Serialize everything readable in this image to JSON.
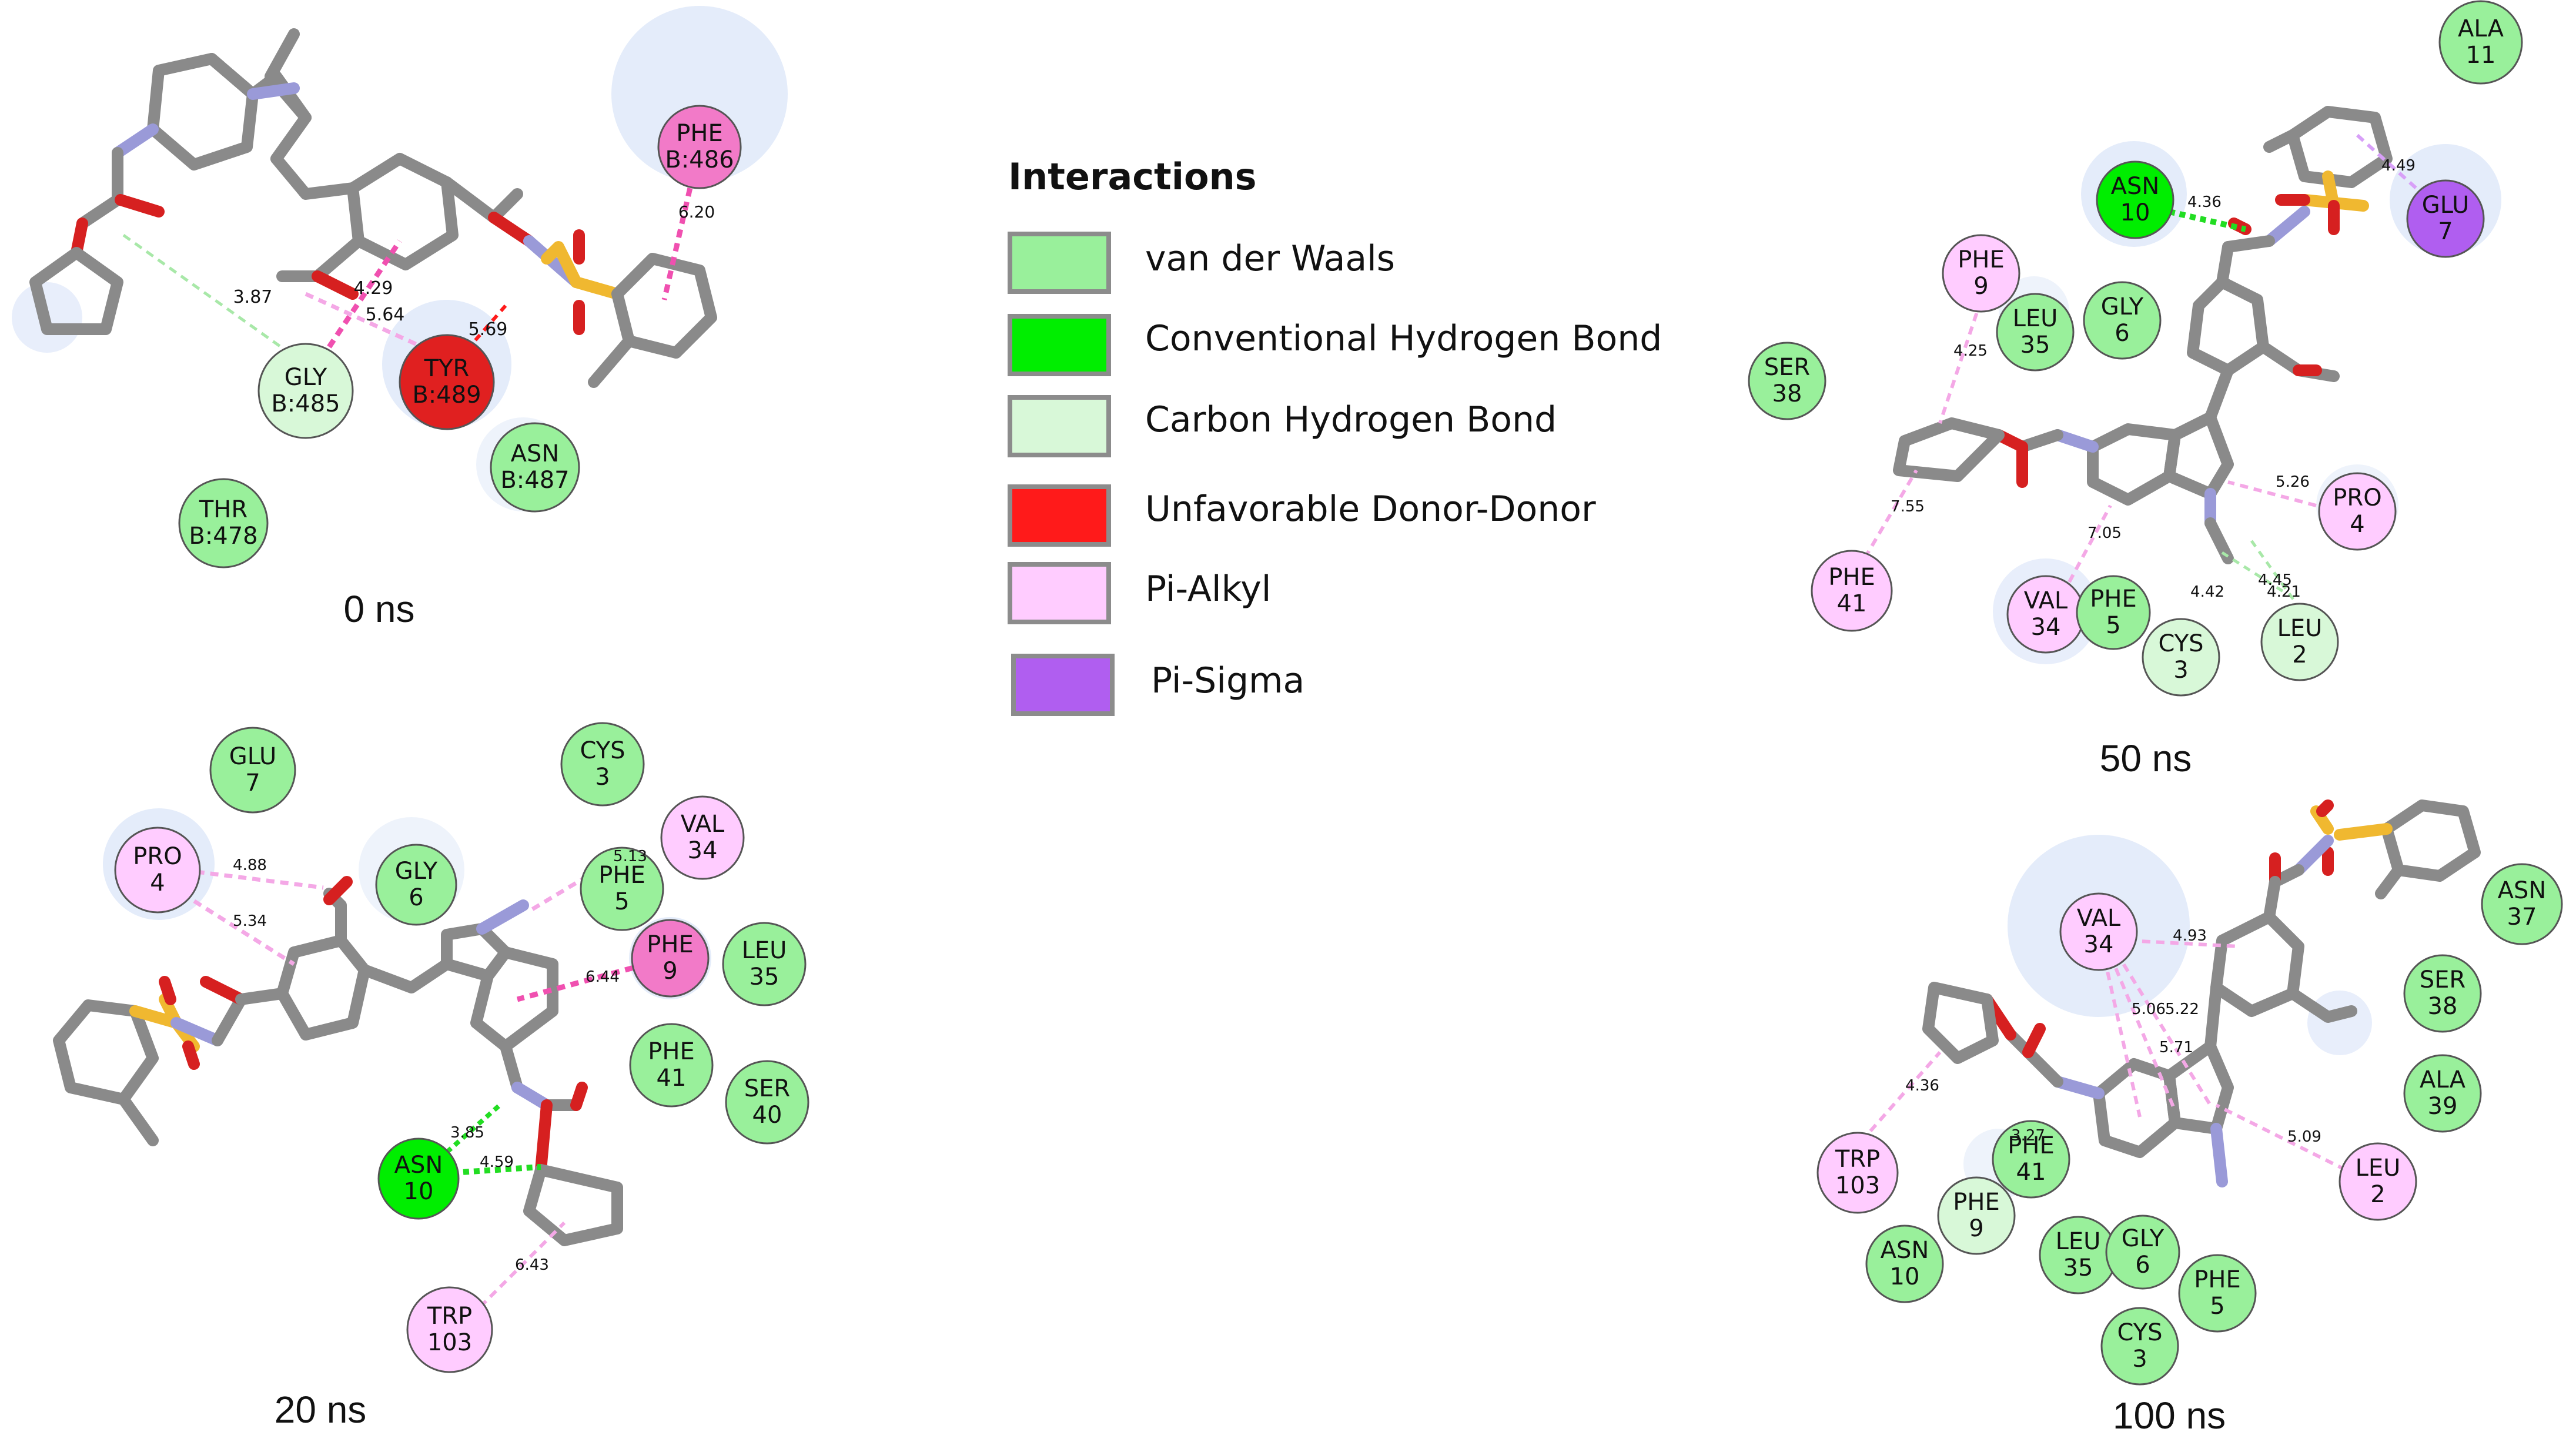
{
  "legend": {
    "title": "Interactions",
    "items": [
      {
        "key": "vdw",
        "label": "van der Waals",
        "color": "#99f09b"
      },
      {
        "key": "hbond",
        "label": "Conventional Hydrogen Bond",
        "color": "#00ee00"
      },
      {
        "key": "chbond",
        "label": "Carbon Hydrogen Bond",
        "color": "#d8f8d8"
      },
      {
        "key": "dd",
        "label": "Unfavorable Donor-Donor",
        "color": "#ff1a1a"
      },
      {
        "key": "pialkyl",
        "label": "Pi-Alkyl",
        "color": "#ffccff"
      },
      {
        "key": "pisigma",
        "label": "Pi-Sigma",
        "color": "#b05ef0"
      }
    ]
  },
  "colors": {
    "bond": "#8a8a8a",
    "nitrogen": "#9a9ad8",
    "oxygen": "#d62020",
    "sulfur": "#f0b830",
    "pi_alkyl_line": "#f4a8e6",
    "pi_pi_line": "#f050b0",
    "hbond_line": "#22dd22",
    "chbond_line": "#a8e8a8",
    "residue_halo": "#e4ecfa"
  },
  "panels": [
    {
      "caption": "0 ns",
      "residues": [
        {
          "l1": "PHE",
          "l2": "B:486",
          "type": "pipi"
        },
        {
          "l1": "GLY",
          "l2": "B:485",
          "type": "chbond"
        },
        {
          "l1": "TYR",
          "l2": "B:489",
          "type": "dd"
        },
        {
          "l1": "ASN",
          "l2": "B:487",
          "type": "vdw"
        },
        {
          "l1": "THR",
          "l2": "B:478",
          "type": "vdw"
        }
      ],
      "distances": [
        "6.20",
        "3.87",
        "4.29",
        "5.64",
        "5.69"
      ]
    },
    {
      "caption": "20 ns",
      "residues": [
        {
          "l1": "GLU",
          "l2": "7",
          "type": "vdw"
        },
        {
          "l1": "CYS",
          "l2": "3",
          "type": "vdw"
        },
        {
          "l1": "VAL",
          "l2": "34",
          "type": "pialkyl"
        },
        {
          "l1": "PRO",
          "l2": "4",
          "type": "pialkyl"
        },
        {
          "l1": "GLY",
          "l2": "6",
          "type": "vdw"
        },
        {
          "l1": "PHE",
          "l2": "5",
          "type": "vdw"
        },
        {
          "l1": "PHE",
          "l2": "9",
          "type": "pipi"
        },
        {
          "l1": "LEU",
          "l2": "35",
          "type": "vdw"
        },
        {
          "l1": "PHE",
          "l2": "41",
          "type": "vdw"
        },
        {
          "l1": "SER",
          "l2": "40",
          "type": "vdw"
        },
        {
          "l1": "ASN",
          "l2": "10",
          "type": "hbond"
        },
        {
          "l1": "TRP",
          "l2": "103",
          "type": "pialkyl"
        }
      ],
      "distances": [
        "4.88",
        "5.34",
        "5.13",
        "6.44",
        "3.85",
        "4.59",
        "6.43"
      ]
    },
    {
      "caption": "50 ns",
      "residues": [
        {
          "l1": "ALA",
          "l2": "11",
          "type": "vdw"
        },
        {
          "l1": "ASN",
          "l2": "10",
          "type": "hbond"
        },
        {
          "l1": "GLU",
          "l2": "7",
          "type": "pisigma"
        },
        {
          "l1": "PHE",
          "l2": "9",
          "type": "pialkyl"
        },
        {
          "l1": "LEU",
          "l2": "35",
          "type": "vdw"
        },
        {
          "l1": "GLY",
          "l2": "6",
          "type": "vdw"
        },
        {
          "l1": "SER",
          "l2": "38",
          "type": "vdw"
        },
        {
          "l1": "PRO",
          "l2": "4",
          "type": "pialkyl"
        },
        {
          "l1": "PHE",
          "l2": "41",
          "type": "pialkyl"
        },
        {
          "l1": "VAL",
          "l2": "34",
          "type": "pialkyl"
        },
        {
          "l1": "PHE",
          "l2": "5",
          "type": "vdw"
        },
        {
          "l1": "CYS",
          "l2": "3",
          "type": "chbond"
        },
        {
          "l1": "LEU",
          "l2": "2",
          "type": "chbond"
        }
      ],
      "distances": [
        "4.36",
        "4.49",
        "4.25",
        "7.55",
        "7.05",
        "5.26",
        "4.42",
        "4.45",
        "4.21"
      ]
    },
    {
      "caption": "100 ns",
      "residues": [
        {
          "l1": "VAL",
          "l2": "34",
          "type": "pialkyl"
        },
        {
          "l1": "ASN",
          "l2": "37",
          "type": "vdw"
        },
        {
          "l1": "SER",
          "l2": "38",
          "type": "vdw"
        },
        {
          "l1": "ALA",
          "l2": "39",
          "type": "vdw"
        },
        {
          "l1": "LEU",
          "l2": "2",
          "type": "pialkyl"
        },
        {
          "l1": "TRP",
          "l2": "103",
          "type": "pialkyl"
        },
        {
          "l1": "PHE",
          "l2": "41",
          "type": "vdw"
        },
        {
          "l1": "PHE",
          "l2": "9",
          "type": "chbond"
        },
        {
          "l1": "ASN",
          "l2": "10",
          "type": "vdw"
        },
        {
          "l1": "LEU",
          "l2": "35",
          "type": "vdw"
        },
        {
          "l1": "GLY",
          "l2": "6",
          "type": "vdw"
        },
        {
          "l1": "PHE",
          "l2": "5",
          "type": "vdw"
        },
        {
          "l1": "CYS",
          "l2": "3",
          "type": "vdw"
        }
      ],
      "distances": [
        "4.93",
        "5.06",
        "5.22",
        "5.71",
        "4.36",
        "3.27",
        "5.09"
      ]
    }
  ]
}
